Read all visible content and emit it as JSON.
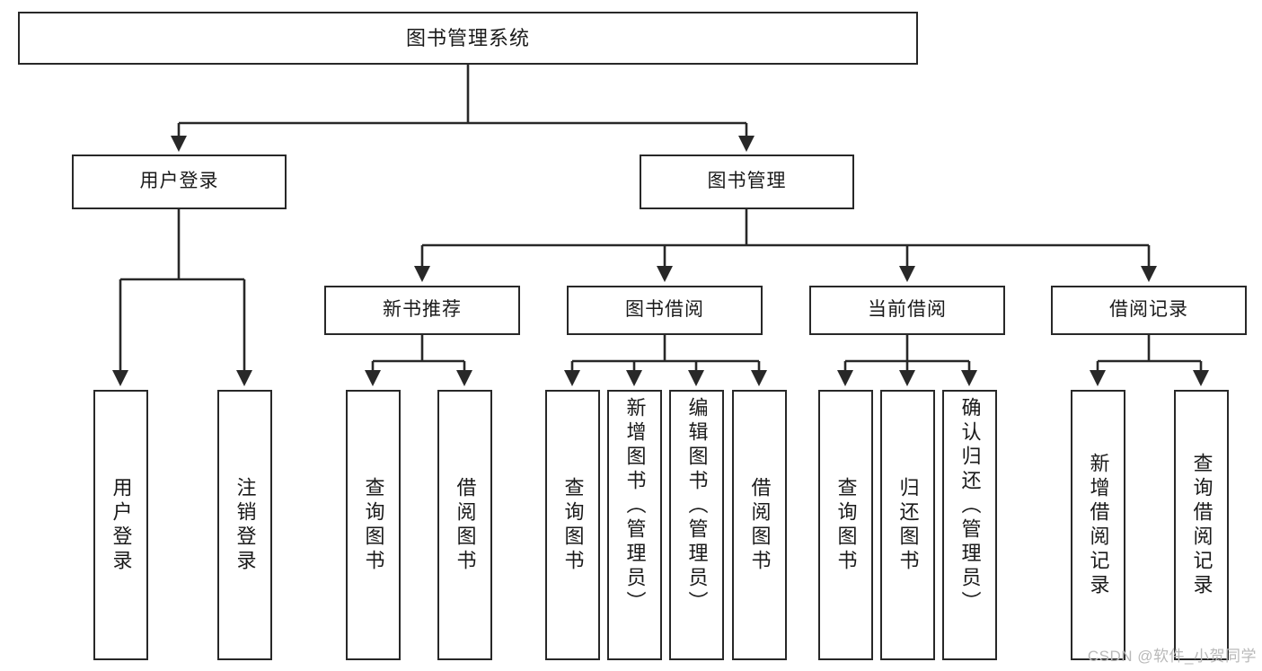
{
  "diagram": {
    "title": "图书管理系统",
    "type": "tree-hierarchy-diagram",
    "colors": {
      "box_border": "#282828",
      "box_fill": "#ffffff",
      "connector": "#282828",
      "text": "#1a1a1a",
      "watermark": "#b9b9b9",
      "background": "#ffffff"
    },
    "root": {
      "label": "图书管理系统"
    },
    "level2": [
      {
        "label": "用户登录"
      },
      {
        "label": "图书管理"
      }
    ],
    "level3": [
      {
        "label": "新书推荐"
      },
      {
        "label": "图书借阅"
      },
      {
        "label": "当前借阅"
      },
      {
        "label": "借阅记录"
      }
    ],
    "leaves": {
      "user_login": [
        {
          "label": "用户登录"
        },
        {
          "label": "注销登录"
        }
      ],
      "new_book_recommend": [
        {
          "label": "查询图书"
        },
        {
          "label": "借阅图书"
        }
      ],
      "book_borrow": [
        {
          "label": "查询图书"
        },
        {
          "label": "新增图书（管理员）"
        },
        {
          "label": "编辑图书（管理员）"
        },
        {
          "label": "借阅图书"
        }
      ],
      "current_borrow": [
        {
          "label": "查询图书"
        },
        {
          "label": "归还图书"
        },
        {
          "label": "确认归还（管理员）"
        }
      ],
      "borrow_record": [
        {
          "label": "新增借阅记录"
        },
        {
          "label": "查询借阅记录"
        }
      ]
    }
  },
  "watermark": {
    "text": "CSDN @软件_小贺同学"
  }
}
